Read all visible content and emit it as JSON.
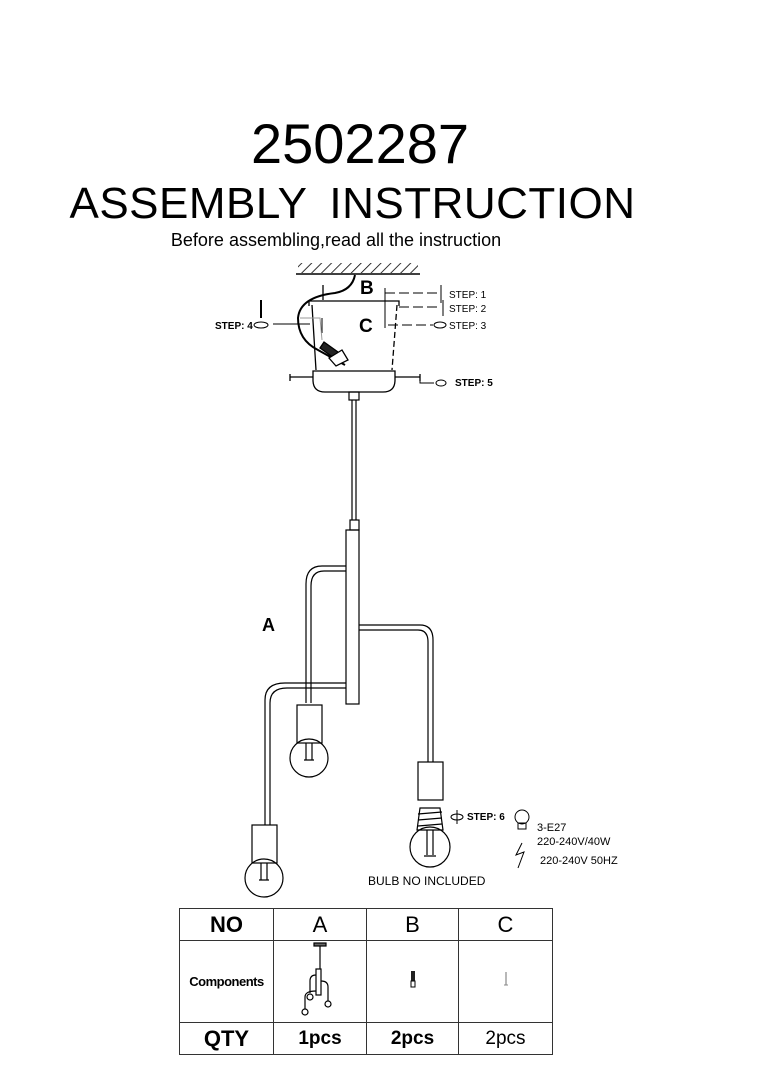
{
  "header": {
    "model_number": "2502287",
    "title": "ASSEMBLY  INSTRUCTION",
    "subtitle": "Before assembling,read all the instruction"
  },
  "diagram": {
    "part_labels": {
      "a": "A",
      "b": "B",
      "c": "C"
    },
    "steps": {
      "step1": "STEP: 1",
      "step2": "STEP: 2",
      "step3": "STEP: 3",
      "step4": "STEP: 4",
      "step5": "STEP: 5",
      "step6": "STEP: 6"
    },
    "bulb_note": "BULB NO INCLUDED",
    "bulb_spec_line1": "3-E27",
    "bulb_spec_line2": "220-240V/40W",
    "power_spec": "220-240V 50HZ"
  },
  "parts_table": {
    "headers": [
      "NO",
      "A",
      "B",
      "C"
    ],
    "components_label": "Components",
    "component_icons": [
      "pendant-fixture-icon",
      "wall-plug-icon",
      "screw-icon"
    ],
    "qty_label": "QTY",
    "quantities": [
      "1pcs",
      "2pcs",
      "2pcs"
    ]
  }
}
